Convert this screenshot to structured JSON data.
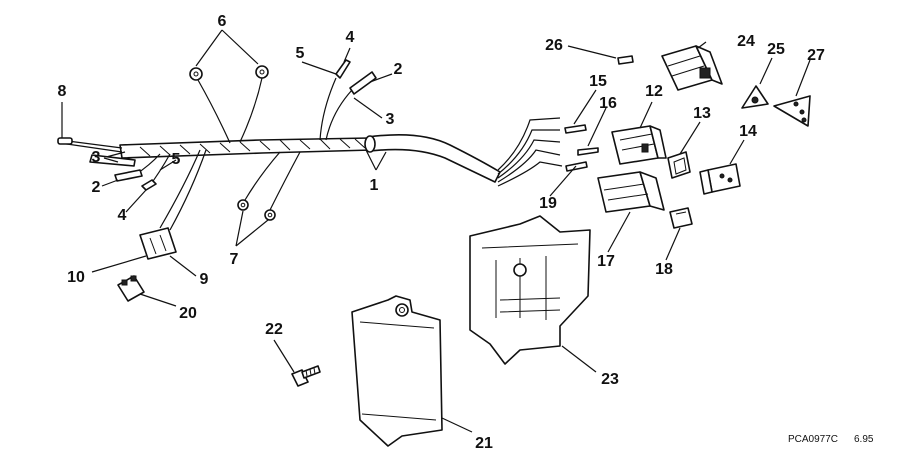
{
  "diagram": {
    "code": "PCA0977C",
    "date": "6.95",
    "callouts": [
      "1",
      "2",
      "3",
      "4",
      "5",
      "6",
      "7",
      "8",
      "9",
      "10",
      "12",
      "13",
      "14",
      "15",
      "16",
      "17",
      "18",
      "19",
      "20",
      "21",
      "22",
      "23",
      "24",
      "25",
      "26",
      "27"
    ]
  }
}
